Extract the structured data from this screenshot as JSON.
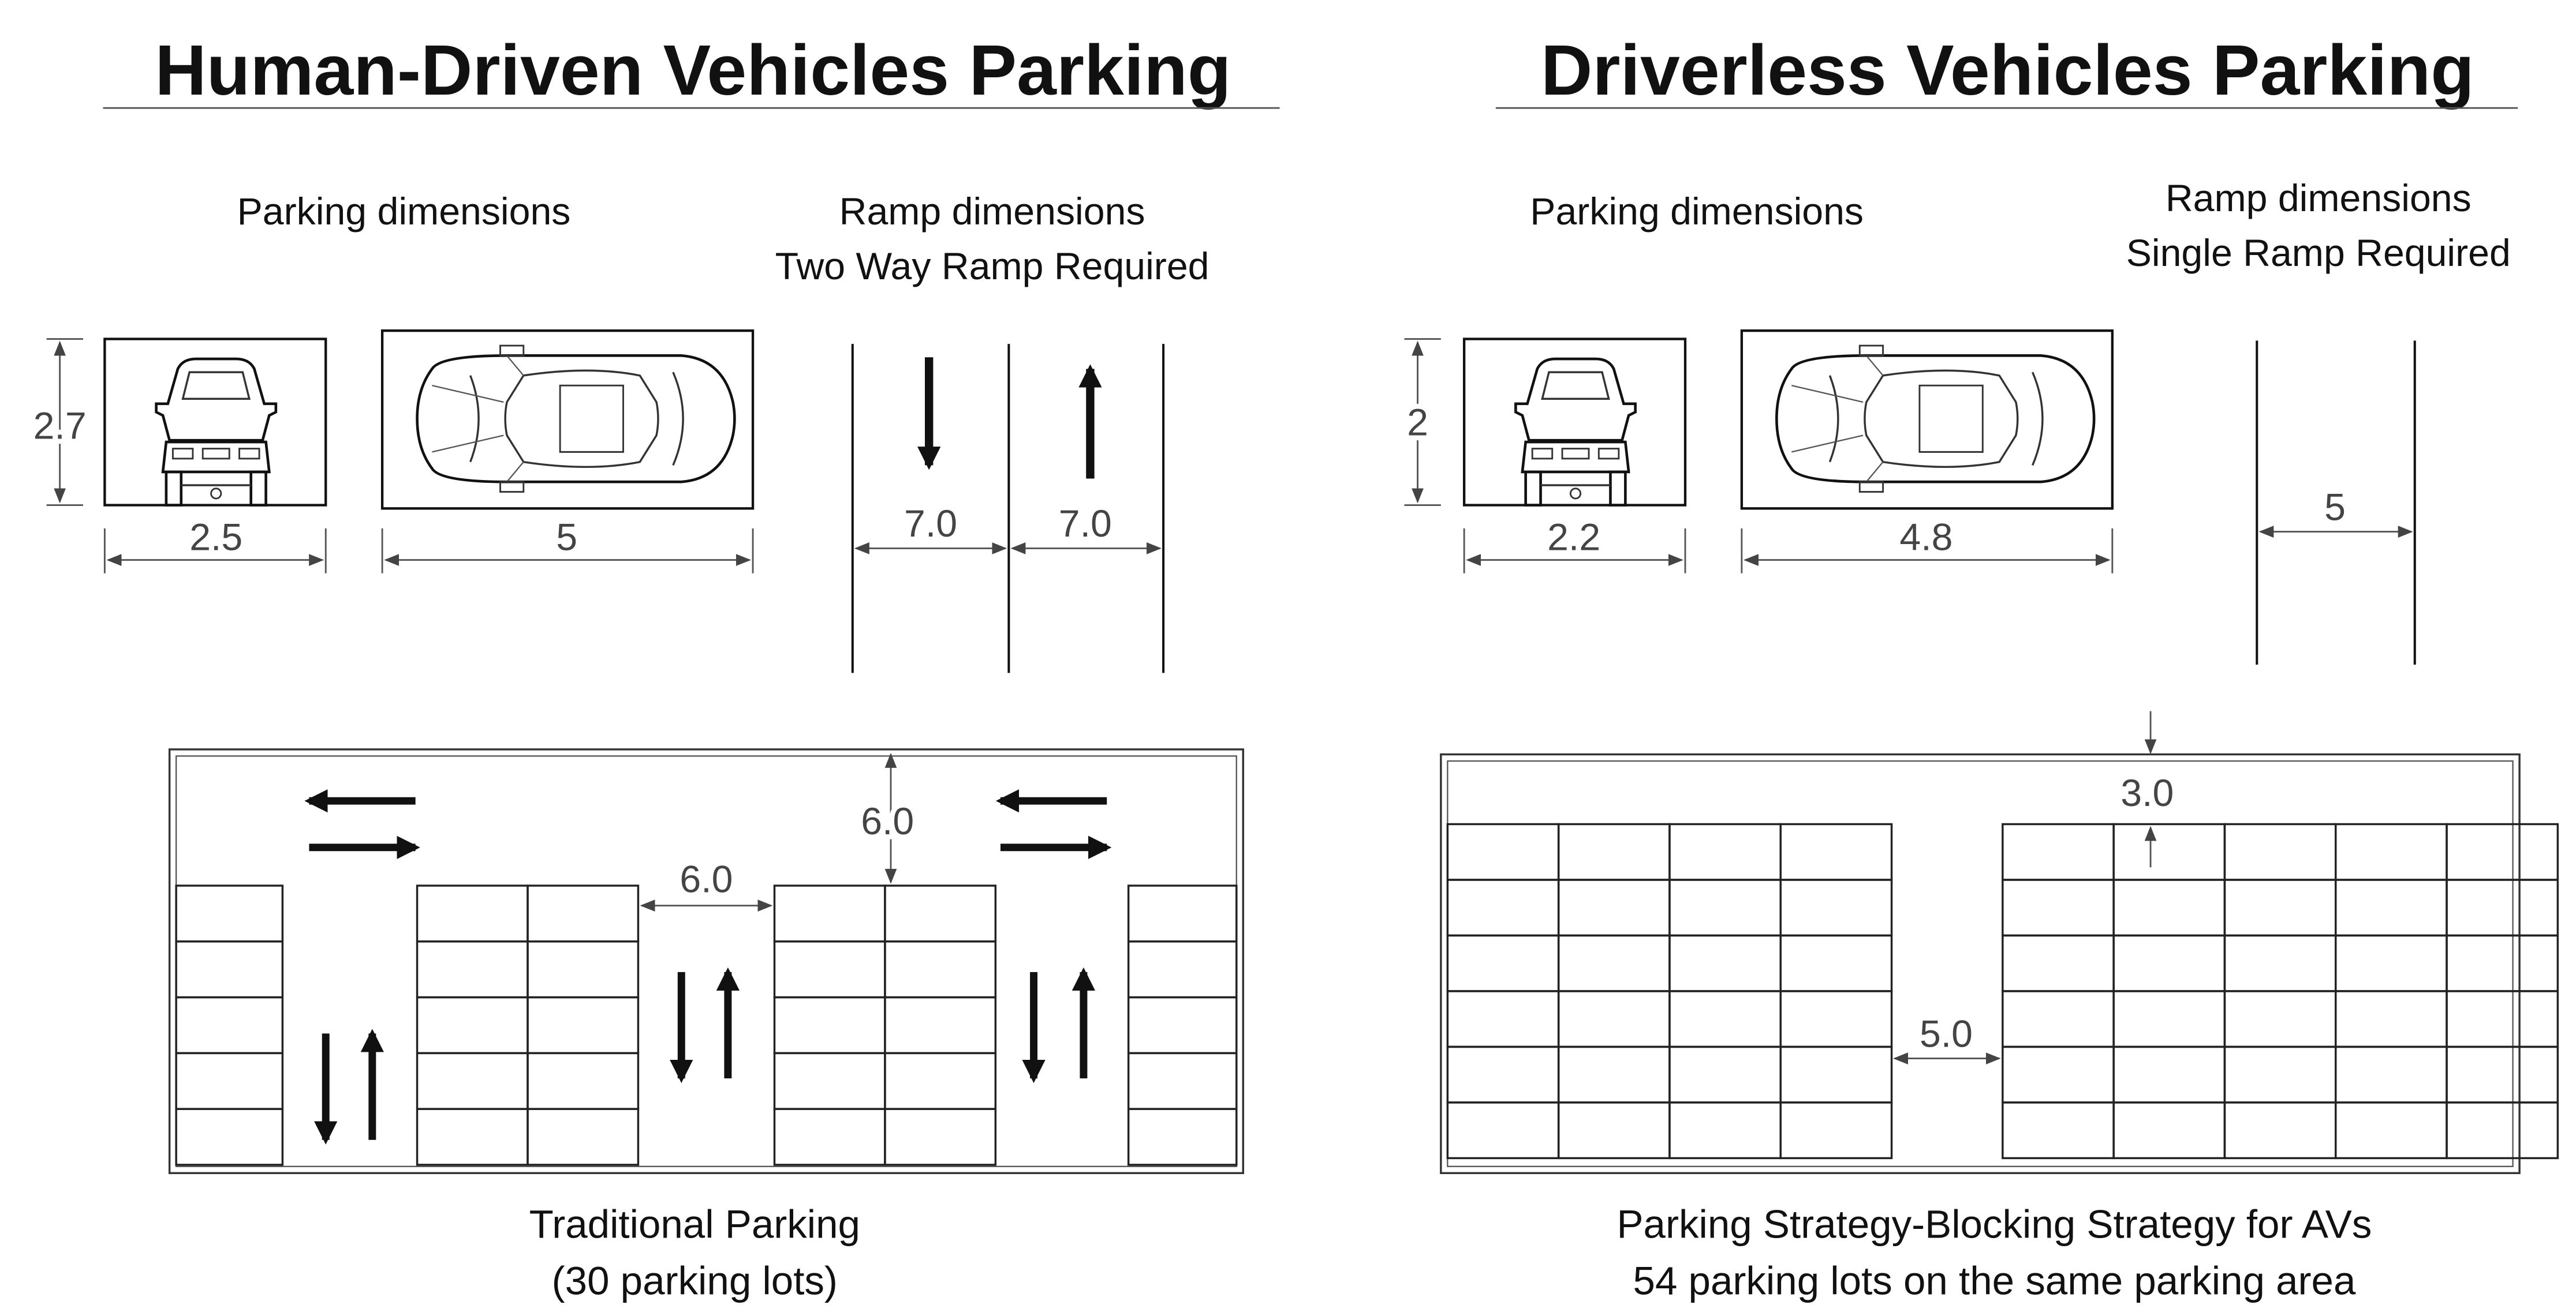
{
  "left": {
    "title": "Human-Driven Vehicles Parking",
    "parking_label": "Parking dimensions",
    "ramp_label_1": "Ramp dimensions",
    "ramp_label_2": "Two Way Ramp Required",
    "car_height": "2.7",
    "car_width": "2.5",
    "car_length": "5",
    "ramp_lane_a": "7.0",
    "ramp_lane_b": "7.0",
    "aisle_vertical": "6.0",
    "aisle_horizontal": "6.0",
    "caption_1": "Traditional Parking",
    "caption_2": "(30 parking lots)"
  },
  "right": {
    "title": "Driverless Vehicles Parking",
    "parking_label": "Parking dimensions",
    "ramp_label_1": "Ramp dimensions",
    "ramp_label_2": "Single Ramp Required",
    "car_height": "2",
    "car_width": "2.2",
    "car_length": "4.8",
    "ramp_width": "5",
    "top_gap": "3.0",
    "block_gap": "5.0",
    "caption_1": "Parking Strategy-Blocking Strategy for AVs",
    "caption_2": "54 parking lots on the same parking area"
  },
  "colors": {
    "ink": "#111111",
    "dimension": "#444444",
    "background": "#ffffff"
  }
}
